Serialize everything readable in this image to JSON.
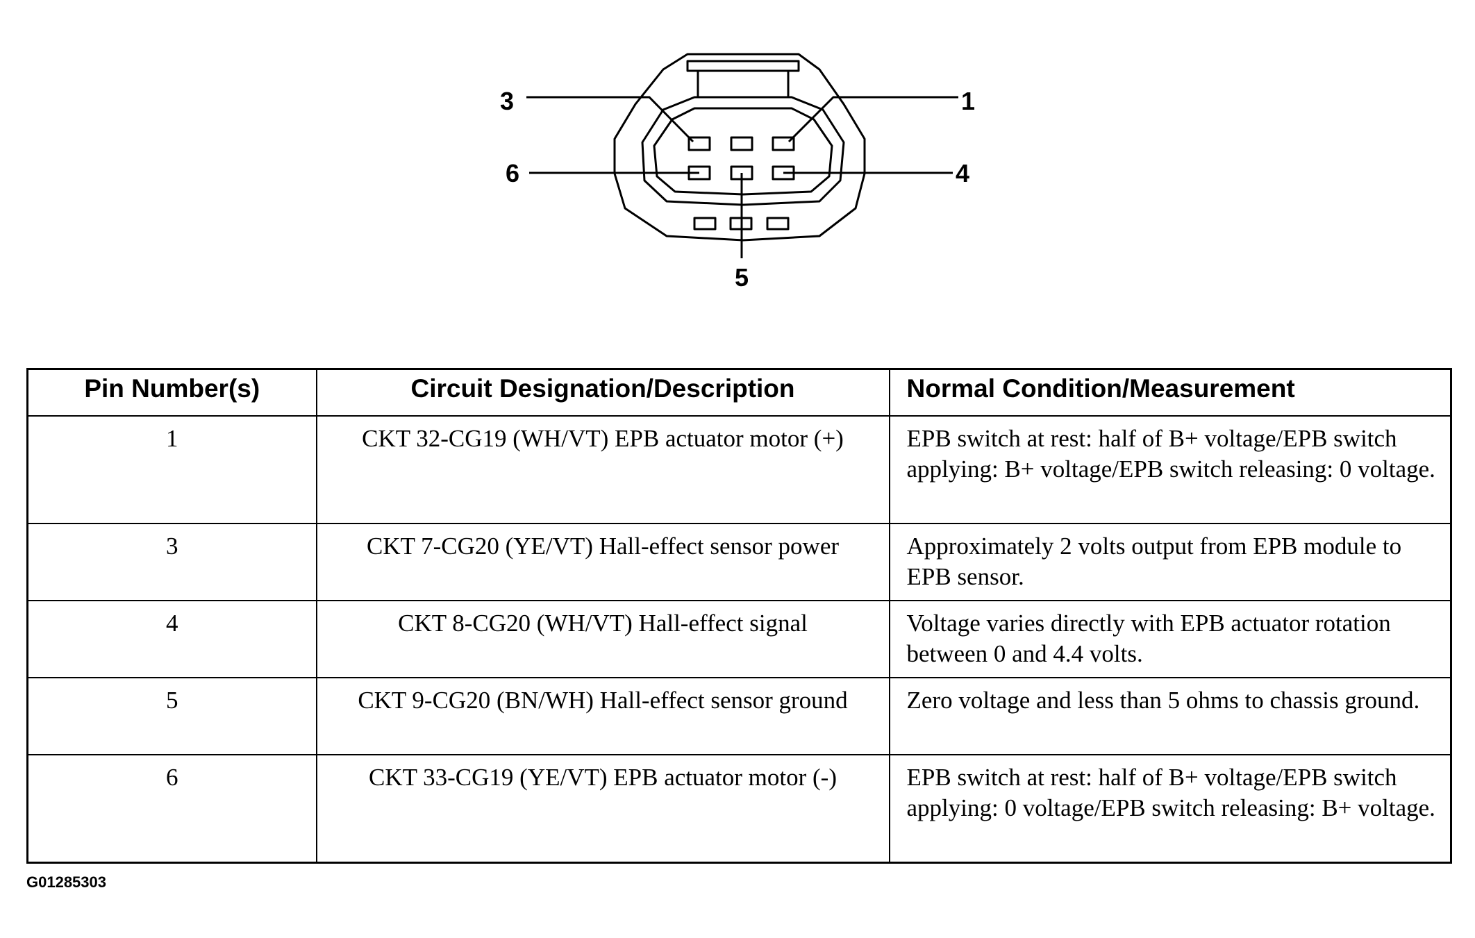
{
  "diagram": {
    "pin_labels": {
      "p1": "1",
      "p3": "3",
      "p4": "4",
      "p5": "5",
      "p6": "6"
    }
  },
  "table": {
    "headers": {
      "pin": "Pin Number(s)",
      "circuit": "Circuit Designation/Description",
      "condition": "Normal Condition/Measurement"
    },
    "rows": [
      {
        "pin": "1",
        "circuit": "CKT 32-CG19 (WH/VT) EPB actuator motor (+)",
        "condition": "EPB switch at rest: half of B+ voltage/EPB switch applying: B+ voltage/EPB switch releasing: 0 voltage."
      },
      {
        "pin": "3",
        "circuit": "CKT 7-CG20 (YE/VT) Hall-effect sensor power",
        "condition": "Approximately 2 volts output from EPB module to EPB sensor."
      },
      {
        "pin": "4",
        "circuit": "CKT 8-CG20 (WH/VT) Hall-effect signal",
        "condition": "Voltage varies directly with EPB actuator rotation between 0 and 4.4 volts."
      },
      {
        "pin": "5",
        "circuit": "CKT 9-CG20 (BN/WH) Hall-effect sensor ground",
        "condition": "Zero voltage and less than 5 ohms to chassis ground."
      },
      {
        "pin": "6",
        "circuit": "CKT 33-CG19 (YE/VT) EPB actuator motor (-)",
        "condition": "EPB switch at rest: half of B+ voltage/EPB switch applying: 0 voltage/EPB switch releasing: B+ voltage."
      }
    ]
  },
  "figure_id": "G01285303"
}
